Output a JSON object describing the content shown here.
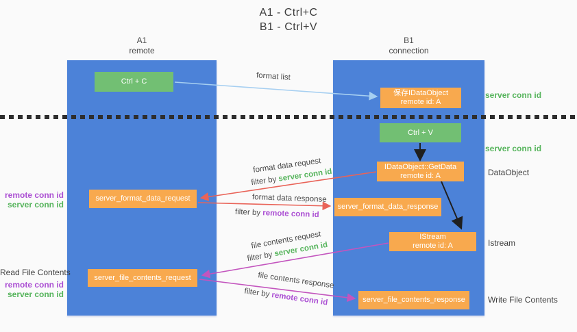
{
  "title": {
    "line1": "A1 - Ctrl+C",
    "line2": "B1 - Ctrl+V"
  },
  "lanes": {
    "a1": {
      "name": "A1",
      "subtitle": "remote"
    },
    "b1": {
      "name": "B1",
      "subtitle": "connection"
    }
  },
  "nodes": {
    "ctrl_c": {
      "label": "Ctrl + C"
    },
    "save_idataobject": {
      "line1": "保存IDataObject",
      "line2": "remote id: A"
    },
    "ctrl_v": {
      "label": "Ctrl + V"
    },
    "getdata": {
      "line1": "IDataObject::GetData",
      "line2": "remote id: A"
    },
    "format_request": {
      "label": "server_format_data_request"
    },
    "format_response": {
      "label": "server_format_data_response"
    },
    "istream": {
      "line1": "IStream",
      "line2": "remote id: A"
    },
    "file_request": {
      "label": "server_file_contents_request"
    },
    "file_response": {
      "label": "server_file_contents_response"
    }
  },
  "arrow_labels": {
    "format_list": "format list",
    "format_data_request": "format data request",
    "format_data_response": "format data response",
    "file_contents_request": "file contents request",
    "file_contents_response": "file contents response",
    "filter_by": "filter by ",
    "server_conn_id": "server conn id",
    "remote_conn_id": "remote conn id"
  },
  "side_labels": {
    "server_conn_id": "server conn id",
    "remote_conn_id": "remote conn id",
    "dataobject": "DataObject",
    "istream": "Istream",
    "read_file_contents": "Read File Contents",
    "write_file_contents": "Write File Contents"
  },
  "colors": {
    "bg": "#fafafa",
    "lane_blue": "#4c82d8",
    "node_orange": "#f8a94e",
    "node_green": "#72bf73",
    "text_green": "#56b45c",
    "text_purple": "#ab4fd3",
    "text_dark": "#3d3d3d",
    "arrow_blue": "#a6cff1",
    "arrow_red": "#e96358",
    "arrow_magenta": "#c355be",
    "arrow_black": "#1f1f1f"
  }
}
